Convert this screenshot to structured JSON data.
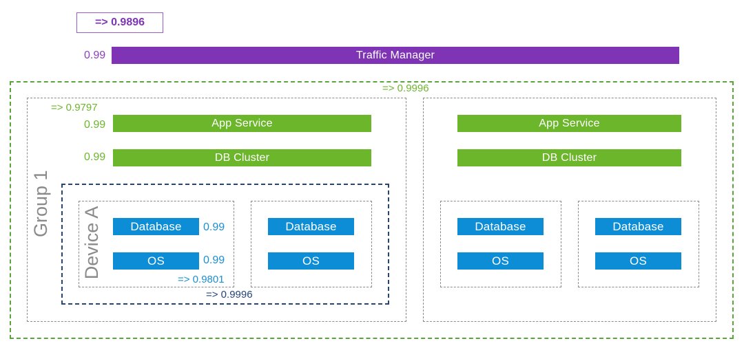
{
  "top_result": "=> 0.9896",
  "traffic_manager": {
    "label": "Traffic Manager",
    "value": "0.99"
  },
  "outer_group": {
    "result": "=> 0.9996"
  },
  "group1": {
    "title": "Group 1",
    "result": "=> 0.9797",
    "app_service": {
      "label": "App Service",
      "value": "0.99"
    },
    "db_cluster": {
      "label": "DB Cluster",
      "value": "0.99"
    },
    "cluster_result": "=> 0.9996",
    "device_a": {
      "title": "Device A",
      "database": {
        "label": "Database",
        "value": "0.99"
      },
      "os": {
        "label": "OS",
        "value": "0.99"
      },
      "result": "=> 0.9801"
    },
    "device_b": {
      "database": {
        "label": "Database"
      },
      "os": {
        "label": "OS"
      }
    }
  },
  "group2": {
    "app_service": {
      "label": "App Service"
    },
    "db_cluster": {
      "label": "DB Cluster"
    },
    "device_a": {
      "database": {
        "label": "Database"
      },
      "os": {
        "label": "OS"
      }
    },
    "device_b": {
      "database": {
        "label": "Database"
      },
      "os": {
        "label": "OS"
      }
    }
  },
  "colors": {
    "purple": "#7e34b4",
    "green": "#6cb62c",
    "blue": "#0d8dd6",
    "navy": "#22457d",
    "gray": "#8a8a8a"
  }
}
